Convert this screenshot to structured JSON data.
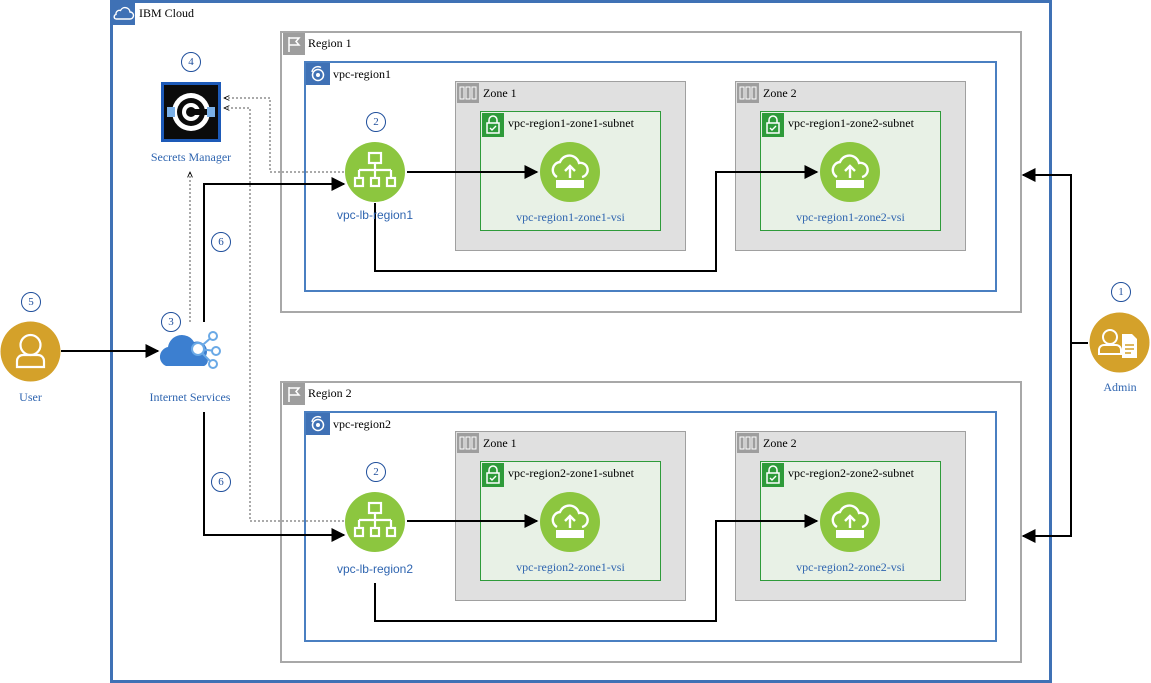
{
  "cloud": {
    "label": "IBM Cloud"
  },
  "secrets_manager": {
    "label": "Secrets Manager",
    "step": "4"
  },
  "internet_services": {
    "label": "Internet Services",
    "step": "3"
  },
  "user": {
    "label": "User",
    "step": "5"
  },
  "admin": {
    "label": "Admin",
    "step": "1"
  },
  "flow_step_6": "6",
  "lb_step": "2",
  "regions": [
    {
      "label": "Region 1",
      "vpc": "vpc-region1",
      "lb": "vpc-lb-region1",
      "zones": [
        {
          "label": "Zone 1",
          "subnet": "vpc-region1-zone1-subnet",
          "vsi": "vpc-region1-zone1-vsi"
        },
        {
          "label": "Zone 2",
          "subnet": "vpc-region1-zone2-subnet",
          "vsi": "vpc-region1-zone2-vsi"
        }
      ]
    },
    {
      "label": "Region 2",
      "vpc": "vpc-region2",
      "lb": "vpc-lb-region2",
      "zones": [
        {
          "label": "Zone 1",
          "subnet": "vpc-region2-zone1-subnet",
          "vsi": "vpc-region2-zone1-vsi"
        },
        {
          "label": "Zone 2",
          "subnet": "vpc-region2-zone2-subnet",
          "vsi": "vpc-region2-zone2-vsi"
        }
      ]
    }
  ],
  "colors": {
    "cloud_border": "#3f71b5",
    "vpc_border": "#4a7fc1",
    "region_border": "#a8a8a8",
    "zone_fill": "#e0e0e0",
    "subnet_border": "#2e9b3a",
    "subnet_fill": "#e8f1e6",
    "green_icon": "#8cc63f",
    "gold_icon": "#d4a12a",
    "label_blue": "#2f65b0"
  }
}
